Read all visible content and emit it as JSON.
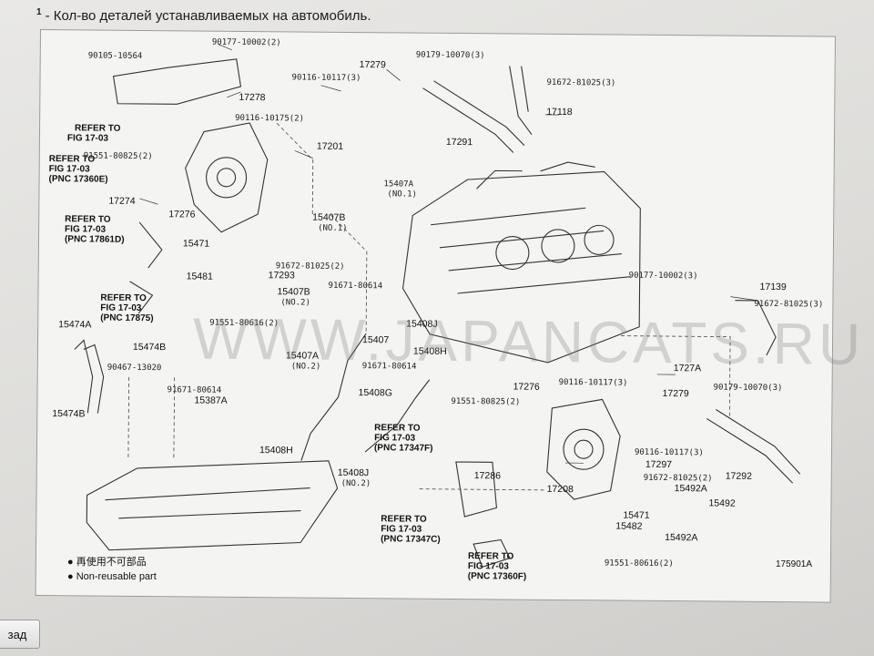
{
  "footnote": {
    "marker": "1",
    "text": "- Кол-во деталей устанавливаемых на автомобиль."
  },
  "diagram": {
    "watermark": "WWW.JAPANCATS.RU",
    "figure_id": "175901A",
    "legend": [
      {
        "symbol": "●",
        "text": "再使用不可部品"
      },
      {
        "symbol": "●",
        "text": "Non-reusable part"
      }
    ],
    "refs": [
      {
        "l1": "REFER TO",
        "l2": "FIG 17-03",
        "l3": ""
      },
      {
        "l1": "REFER TO",
        "l2": "FIG 17-03",
        "l3": "(PNC 17360E)"
      },
      {
        "l1": "REFER TO",
        "l2": "FIG 17-03",
        "l3": "(PNC 17861D)"
      },
      {
        "l1": "REFER TO",
        "l2": "FIG 17-03",
        "l3": "(PNC 17875)"
      },
      {
        "l1": "REFER TO",
        "l2": "FIG 17-03",
        "l3": "(PNC 17347F)"
      },
      {
        "l1": "REFER TO",
        "l2": "FIG 17-03",
        "l3": "(PNC 17347C)"
      },
      {
        "l1": "REFER TO",
        "l2": "FIG 17-03",
        "l3": "(PNC 17360F)"
      }
    ],
    "labels": [
      "90177-10002(2)",
      "90105-10564",
      "17278",
      "17279",
      "90179-10070(3)",
      "90116-10117(3)",
      "91672-81025(3)",
      "17118",
      "90116-10175(2)",
      "17201",
      "17291",
      "91551-80825(2)",
      "17274",
      "17276",
      "15407A",
      "(NO.1)",
      "15407B",
      "(NO.1)",
      "15471",
      "91672-81025(2)",
      "15481",
      "17293",
      "91671-80614",
      "15407B",
      "(NO.2)",
      "91551-80616(2)",
      "15407",
      "15408J",
      "15408H",
      "15474A",
      "15474B",
      "90467-13020",
      "15474B",
      "91671-80614",
      "15387A",
      "15407A",
      "(NO.2)",
      "91671-80614",
      "90177-10002(3)",
      "17139",
      "91672-81025(3)",
      "1727A",
      "90179-10070(3)",
      "90116-10117(3)",
      "17279",
      "91551-80825(2)",
      "17276",
      "15408G",
      "90116-10117(3)",
      "17297",
      "91672-81025(2)",
      "17292",
      "15408H",
      "15408J",
      "(NO.2)",
      "17286",
      "17208",
      "15492A",
      "15492",
      "15471",
      "15482",
      "15492A",
      "91551-80616(2)"
    ]
  },
  "controls": {
    "back_label": "зад"
  }
}
